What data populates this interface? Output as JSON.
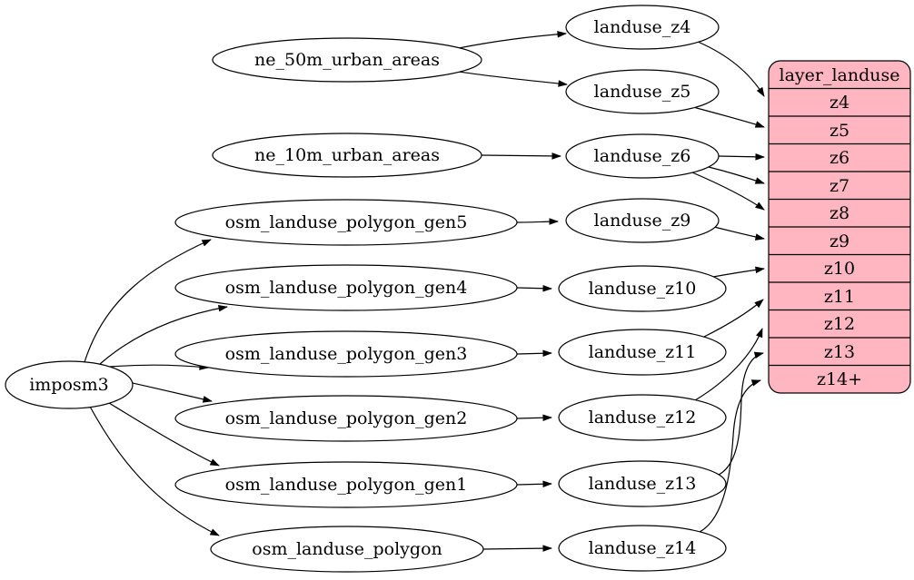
{
  "diagram": {
    "kind": "etl-flow-graph",
    "colors": {
      "background": "#ffffff",
      "node_fill": "#ffffff",
      "edge_stroke": "#000000",
      "table_fill": "#ffb6c1"
    },
    "nodes": {
      "imposm3": "imposm3",
      "ne_50m_urban_areas": "ne_50m_urban_areas",
      "ne_10m_urban_areas": "ne_10m_urban_areas",
      "osm_landuse_polygon_gen5": "osm_landuse_polygon_gen5",
      "osm_landuse_polygon_gen4": "osm_landuse_polygon_gen4",
      "osm_landuse_polygon_gen3": "osm_landuse_polygon_gen3",
      "osm_landuse_polygon_gen2": "osm_landuse_polygon_gen2",
      "osm_landuse_polygon_gen1": "osm_landuse_polygon_gen1",
      "osm_landuse_polygon": "osm_landuse_polygon",
      "landuse_z4": "landuse_z4",
      "landuse_z5": "landuse_z5",
      "landuse_z6": "landuse_z6",
      "landuse_z9": "landuse_z9",
      "landuse_z10": "landuse_z10",
      "landuse_z11": "landuse_z11",
      "landuse_z12": "landuse_z12",
      "landuse_z13": "landuse_z13",
      "landuse_z14": "landuse_z14"
    },
    "table": {
      "title": "layer_landuse",
      "rows": [
        "z4",
        "z5",
        "z6",
        "z7",
        "z8",
        "z9",
        "z10",
        "z11",
        "z12",
        "z13",
        "z14+"
      ]
    },
    "edges": [
      {
        "from": "ne_50m_urban_areas",
        "to": "landuse_z4"
      },
      {
        "from": "ne_50m_urban_areas",
        "to": "landuse_z5"
      },
      {
        "from": "ne_10m_urban_areas",
        "to": "landuse_z6"
      },
      {
        "from": "imposm3",
        "to": "osm_landuse_polygon_gen5"
      },
      {
        "from": "imposm3",
        "to": "osm_landuse_polygon_gen4"
      },
      {
        "from": "imposm3",
        "to": "osm_landuse_polygon_gen3"
      },
      {
        "from": "imposm3",
        "to": "osm_landuse_polygon_gen2"
      },
      {
        "from": "imposm3",
        "to": "osm_landuse_polygon_gen1"
      },
      {
        "from": "imposm3",
        "to": "osm_landuse_polygon"
      },
      {
        "from": "osm_landuse_polygon_gen5",
        "to": "landuse_z9"
      },
      {
        "from": "osm_landuse_polygon_gen4",
        "to": "landuse_z10"
      },
      {
        "from": "osm_landuse_polygon_gen3",
        "to": "landuse_z11"
      },
      {
        "from": "osm_landuse_polygon_gen2",
        "to": "landuse_z12"
      },
      {
        "from": "osm_landuse_polygon_gen1",
        "to": "landuse_z13"
      },
      {
        "from": "osm_landuse_polygon",
        "to": "landuse_z14"
      },
      {
        "from": "landuse_z4",
        "to": "layer_landuse",
        "to_row": "z4"
      },
      {
        "from": "landuse_z5",
        "to": "layer_landuse",
        "to_row": "z5"
      },
      {
        "from": "landuse_z6",
        "to": "layer_landuse",
        "to_row": "z6"
      },
      {
        "from": "landuse_z6",
        "to": "layer_landuse",
        "to_row": "z7"
      },
      {
        "from": "landuse_z6",
        "to": "layer_landuse",
        "to_row": "z8"
      },
      {
        "from": "landuse_z9",
        "to": "layer_landuse",
        "to_row": "z9"
      },
      {
        "from": "landuse_z10",
        "to": "layer_landuse",
        "to_row": "z10"
      },
      {
        "from": "landuse_z11",
        "to": "layer_landuse",
        "to_row": "z11"
      },
      {
        "from": "landuse_z12",
        "to": "layer_landuse",
        "to_row": "z12"
      },
      {
        "from": "landuse_z13",
        "to": "layer_landuse",
        "to_row": "z13"
      },
      {
        "from": "landuse_z14",
        "to": "layer_landuse",
        "to_row": "z14+"
      }
    ]
  }
}
